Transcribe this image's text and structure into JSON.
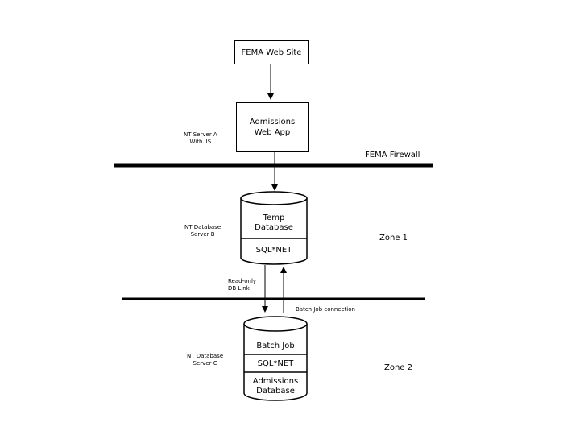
{
  "nodes": {
    "web_site": "FEMA Web Site",
    "web_app": "Admissions\nWeb App",
    "server_a": "NT Server A\nWith IIS",
    "firewall": "FEMA Firewall",
    "temp_db": "Temp\nDatabase",
    "temp_sqlnet": "SQL*NET",
    "server_b": "NT Database\nServer B",
    "zone1": "Zone 1",
    "db_link": "Read-only\nDB Link",
    "batch_conn": "Batch Job connection",
    "batch_job": "Batch Job",
    "adm_sqlnet": "SQL*NET",
    "adm_db": "Admissions\nDatabase",
    "server_c": "NT Database\nServer C",
    "zone2": "Zone 2"
  }
}
